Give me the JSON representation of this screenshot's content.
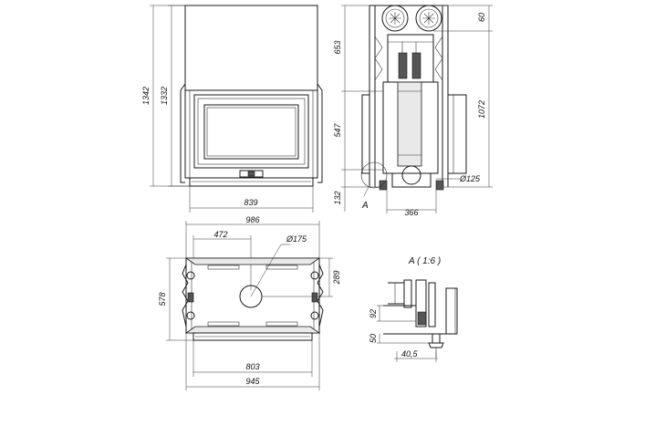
{
  "front_view": {
    "height_overall": "1342",
    "height_inner": "1332",
    "width_bottom": "839"
  },
  "side_view": {
    "dim_top": "653",
    "dim_mid": "547",
    "dim_bottom": "132",
    "dim_right": "1072",
    "dim_small": "60",
    "dim_diameter": "Ø125",
    "dim_width": "366",
    "detail_marker": "A"
  },
  "top_view": {
    "width_overall": "986",
    "dim_offset": "472",
    "dim_diameter": "Ø175",
    "dim_depth": "289",
    "dim_height": "578",
    "width_inner": "803",
    "width_base": "945"
  },
  "detail_view": {
    "title": "A ( 1:6 )",
    "dim_vertical_1": "92",
    "dim_vertical_2": "50",
    "dim_horizontal": "40,5"
  }
}
